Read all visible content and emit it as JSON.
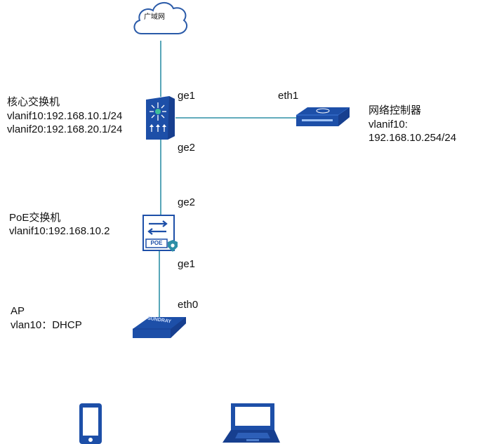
{
  "wan": {
    "label": "广域网"
  },
  "core_switch": {
    "name": "核心交换机",
    "vlanif10": "vlanif10:192.168.10.1/24",
    "vlanif20": "vlanif20:192.168.20.1/24",
    "port_up": "ge1",
    "port_down": "ge2"
  },
  "controller": {
    "name": "网络控制器",
    "vlanif": "vlanif10:",
    "ip": "192.168.10.254/24",
    "port": "eth1"
  },
  "poe_switch": {
    "name": "PoE交换机",
    "vlanif": "vlanif10:192.168.10.2",
    "port_up": "ge2",
    "port_down": "ge1",
    "badge": "POE"
  },
  "ap": {
    "name": "AP",
    "vlan": "vlan10：DHCP",
    "port": "eth0",
    "brand": "SUNDRAY"
  },
  "colors": {
    "link": "#2e8fa6",
    "device_blue": "#1d4fa8",
    "device_dark": "#173f8f"
  },
  "icons": [
    "cloud-icon",
    "core-switch-icon",
    "controller-icon",
    "poe-switch-icon",
    "access-point-icon",
    "phone-icon",
    "laptop-icon"
  ]
}
